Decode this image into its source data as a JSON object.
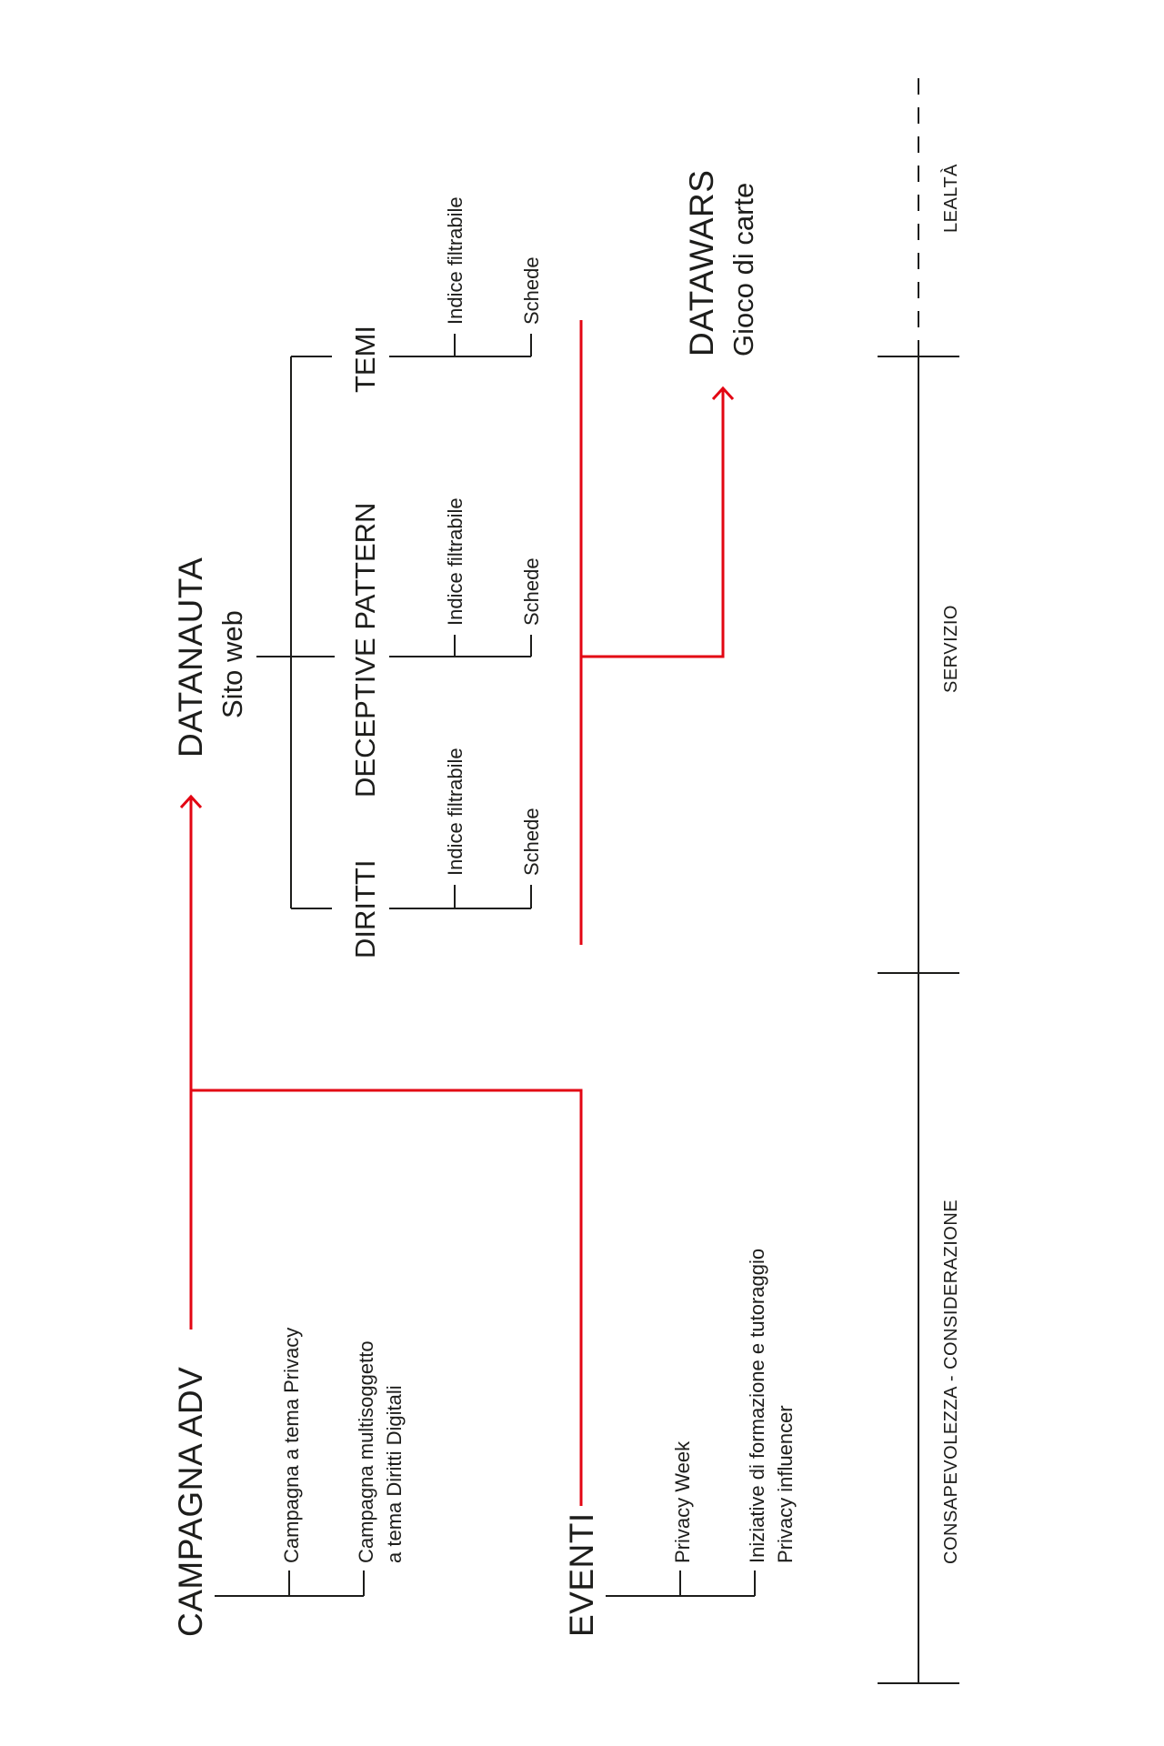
{
  "diagram": {
    "campagna": {
      "title": "CAMPAGNA ADV",
      "items": [
        {
          "lines": [
            "Campagna a tema Privacy"
          ]
        },
        {
          "lines": [
            "Campagna multisoggetto",
            "a tema Diritti Digitali"
          ]
        }
      ]
    },
    "eventi": {
      "title": "EVENTI",
      "items": [
        {
          "lines": [
            "Privacy Week"
          ]
        },
        {
          "lines": [
            "Iniziative di formazione e tutoraggio",
            "Privacy influencer"
          ]
        }
      ]
    },
    "datanauta": {
      "title": "DATANAUTA",
      "subtitle": "Sito web",
      "sections": [
        {
          "title": "DIRITTI",
          "items": [
            "Indice filtrabile",
            "Schede"
          ]
        },
        {
          "title": "DECEPTIVE PATTERN",
          "items": [
            "Indice filtrabile",
            "Schede"
          ]
        },
        {
          "title": "TEMI",
          "items": [
            "Indice filtrabile",
            "Schede"
          ]
        }
      ]
    },
    "datawars": {
      "title": "DATAWARS",
      "subtitle": "Gioco di carte"
    },
    "phases": [
      "CONSAPEVOLEZZA - CONSIDERAZIONE",
      "SERVIZIO",
      "LEALTÀ"
    ]
  },
  "colors": {
    "accent": "#e30613",
    "ink": "#1d1d1b",
    "background": "#ffffff"
  }
}
